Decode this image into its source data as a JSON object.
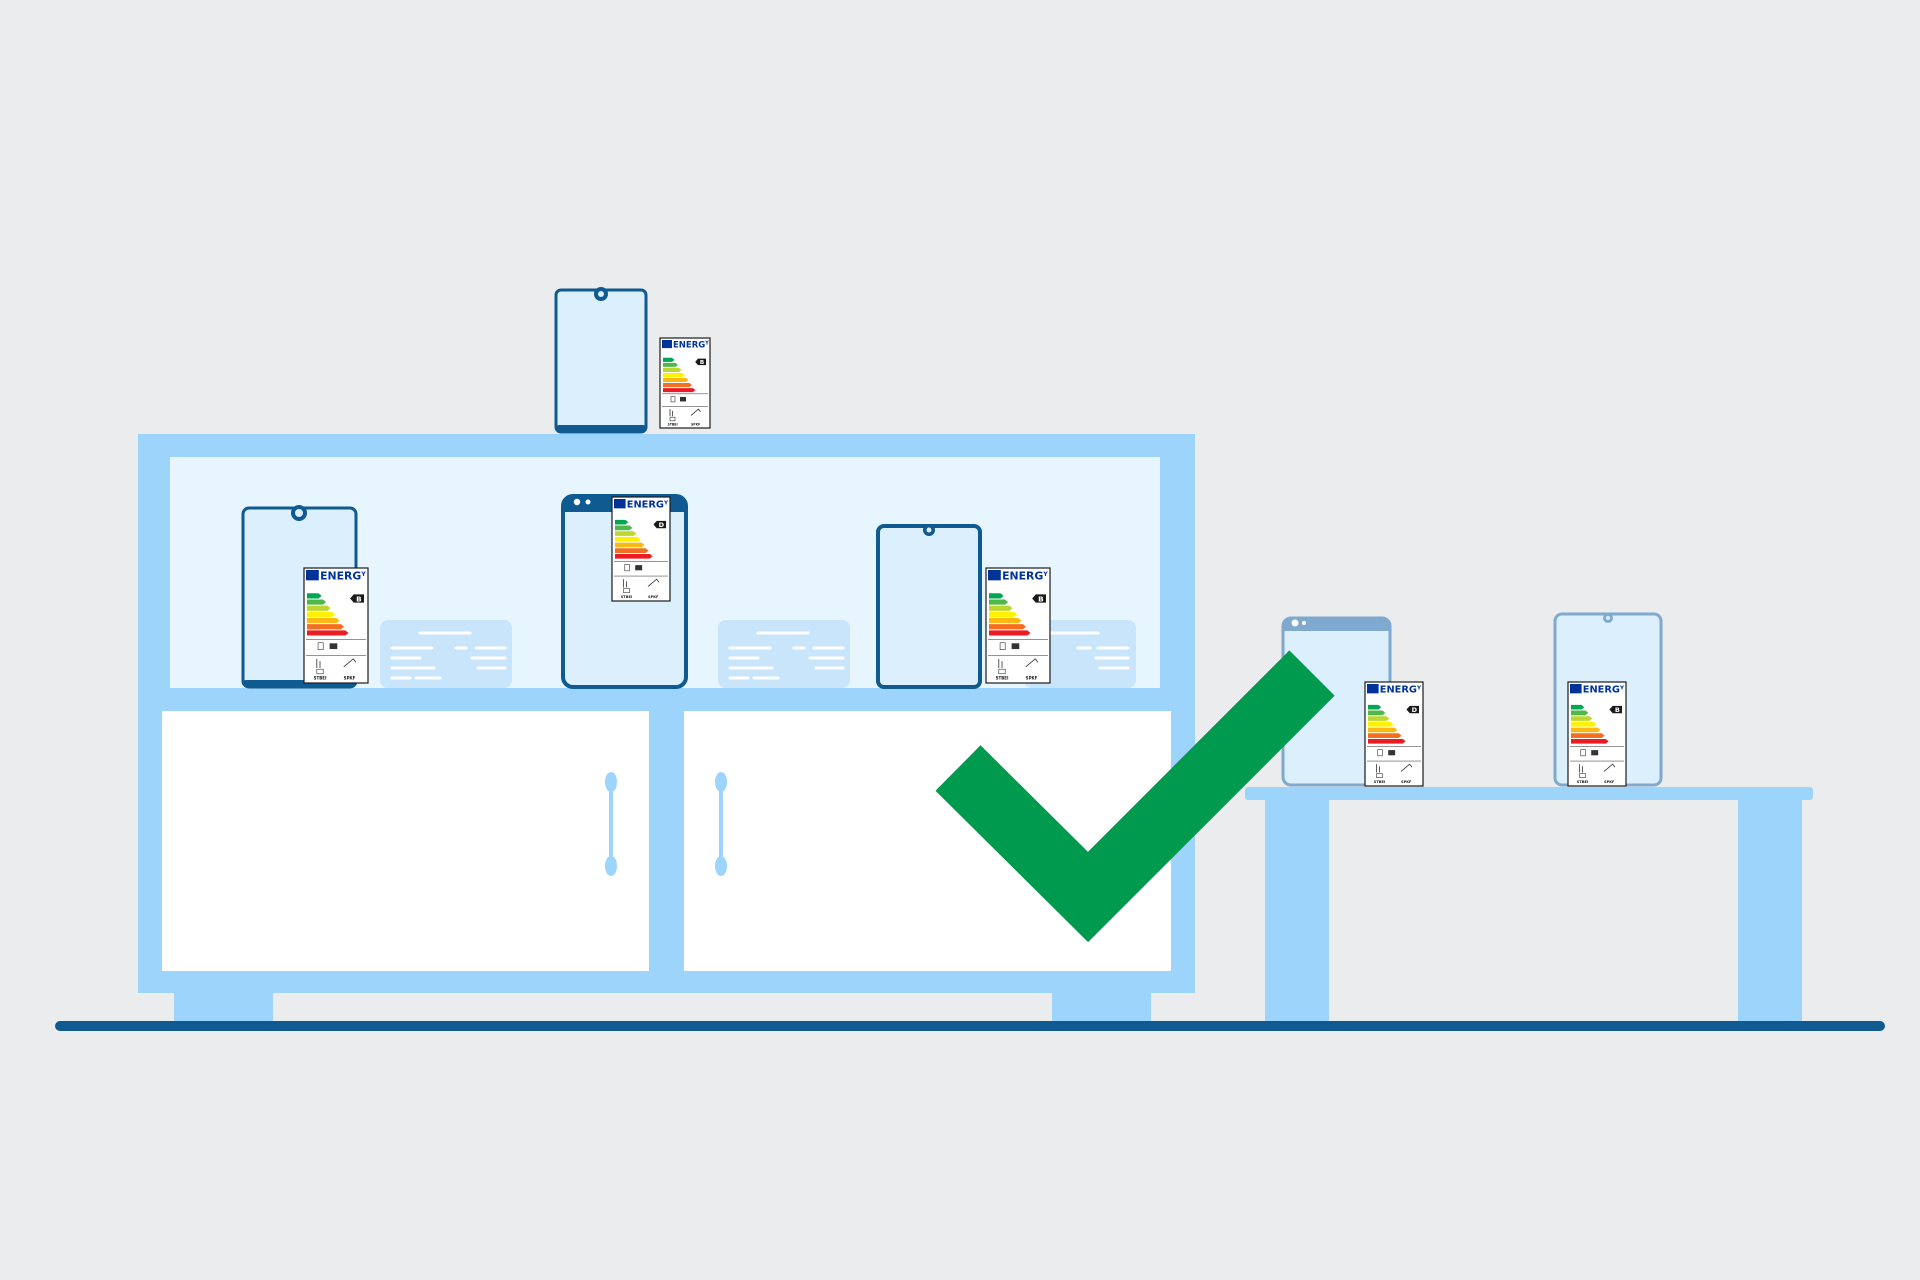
{
  "scene": {
    "background_color": "#ebecee",
    "description_free": true
  },
  "colors": {
    "furniture_light_blue": "#9dd4fb",
    "shelf_back": "#e7f5fe",
    "device_screen": "#dbeffd",
    "device_frame_dark": "#0f5a91",
    "device_frame_muted": "#7fa9cf",
    "floor_line": "#0f5a91",
    "price_card": "#c9e5fb",
    "checkmark_green": "#009a4e",
    "label_header_blue": "#003399"
  },
  "energy_label": {
    "title": "ENERG",
    "title_superscript": "Y",
    "small_text_left": "STBEI",
    "small_text_right": "SPKF",
    "scale_colors": [
      "#00a651",
      "#50b848",
      "#bed630",
      "#fff200",
      "#fdb913",
      "#f37021",
      "#ed1c24"
    ]
  },
  "labels": [
    {
      "id": "label-top",
      "class_letter": "B"
    },
    {
      "id": "label-shelf-1",
      "class_letter": "B"
    },
    {
      "id": "label-shelf-2",
      "class_letter": "D"
    },
    {
      "id": "label-shelf-3",
      "class_letter": "B"
    },
    {
      "id": "label-table-1",
      "class_letter": "D"
    },
    {
      "id": "label-table-2",
      "class_letter": "B"
    }
  ],
  "icons": {
    "checkmark": "checkmark-icon"
  }
}
